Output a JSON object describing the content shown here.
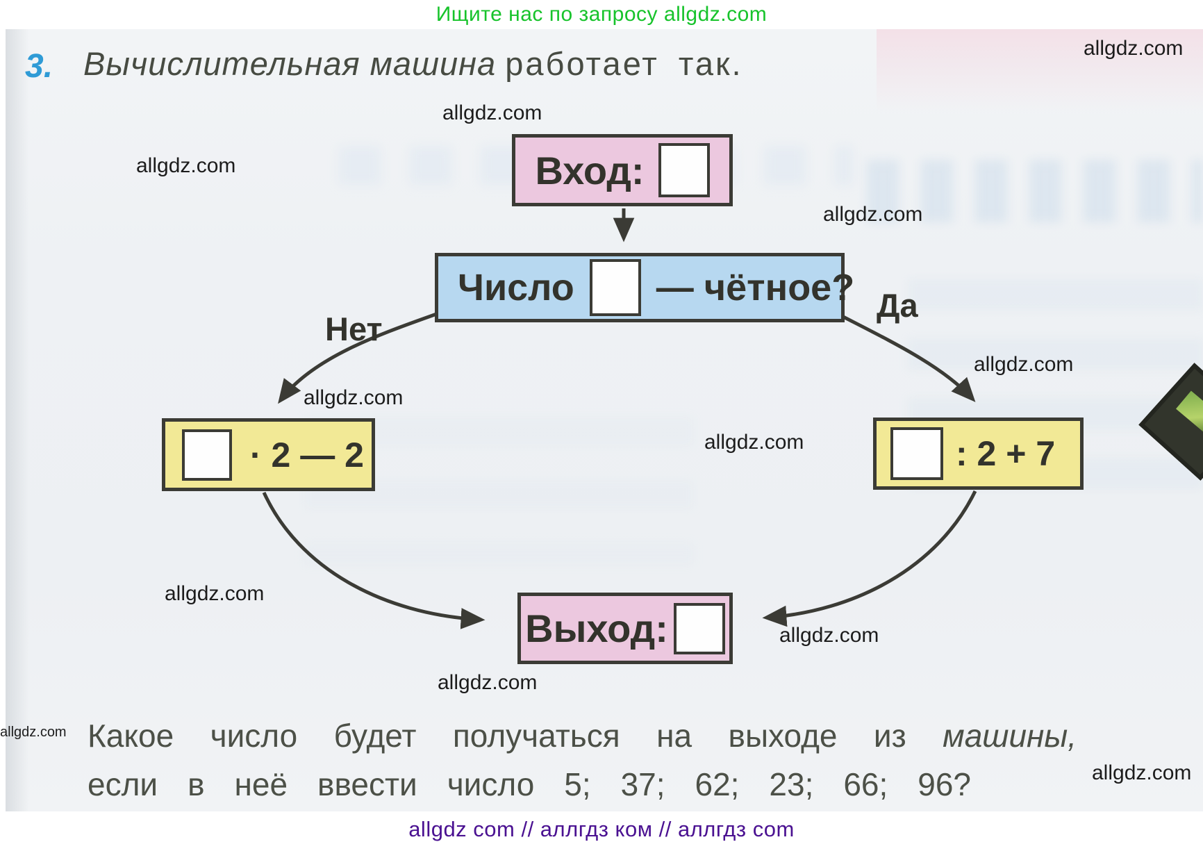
{
  "page": {
    "promo": "Ищите нас по запросу allgdz.com",
    "watermark": "allgdz.com",
    "footer": "allgdz com  //  аллгдз ком  //  аллгдз com"
  },
  "task": {
    "number": "3.",
    "title_italic": "Вычислительная машина",
    "title_rest": "работает так."
  },
  "flowchart": {
    "input_label": "Вход:",
    "condition_before": "Число",
    "condition_after": "— чётное?",
    "no_label": "Нет",
    "yes_label": "Да",
    "odd_operation": "· 2 — 2",
    "even_operation": ": 2 + 7",
    "output_label": "Выход:"
  },
  "question": {
    "line1_before": "Какое число будет получаться на выходе из",
    "line1_italic": "машины,",
    "line2": "если в неё ввести число 5; 37; 62; 23; 66; 96?"
  },
  "colors": {
    "promo_green": "#17c32b",
    "task_number_blue": "#2f9bd6",
    "box_pink": "#ecc8df",
    "box_blue": "#b7d8f0",
    "box_yellow": "#f2e996",
    "ink": "#3b3b35",
    "footer_purple": "#4a1191"
  }
}
